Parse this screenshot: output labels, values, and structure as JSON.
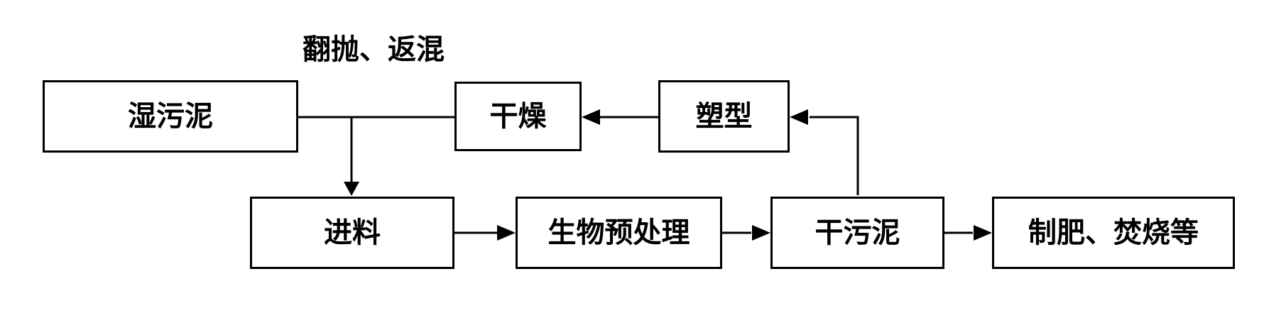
{
  "nodes": {
    "wet_sludge": "湿污泥",
    "drying": "干燥",
    "shaping": "塑型",
    "feed": "进料",
    "bio_pretreatment": "生物预处理",
    "dry_sludge": "干污泥",
    "end_use": "制肥、焚烧等"
  },
  "annotations": {
    "turning_backmix": "翻抛、返混"
  },
  "colors": {
    "line": "#000000",
    "box_border": "#000000",
    "background": "#ffffff"
  }
}
